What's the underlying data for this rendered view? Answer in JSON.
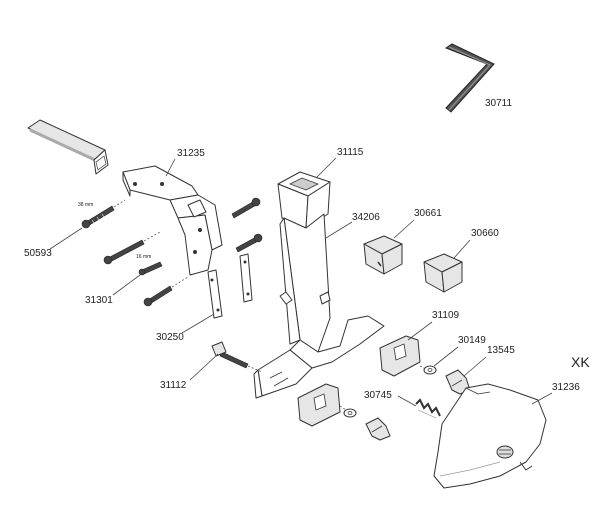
{
  "diagram": {
    "region_code": "XK",
    "parts": {
      "hex_key": "30711",
      "rail": "",
      "bracket": "31235",
      "bolt_long": "50593",
      "bolt_short": "31301",
      "plate": "30250",
      "bolt_front": "31112",
      "column": "31115",
      "insert": "34206",
      "cap_a": "30661",
      "cap_b": "30660",
      "clamp": "31109",
      "washer": "30149",
      "knob": "13545",
      "spring": "30745",
      "cover": "31236"
    },
    "dimension_notes": {
      "long": "38 mm",
      "short": "16 mm"
    }
  }
}
